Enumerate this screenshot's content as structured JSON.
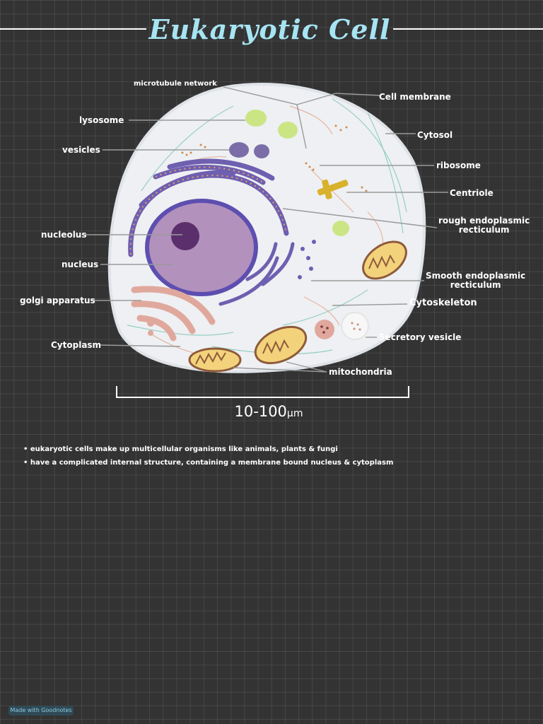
{
  "title": "Eukaryotic Cell",
  "labels": {
    "microtubule_network": "microtubule network",
    "cell_membrane": "Cell membrane",
    "lysosome": "lysosome",
    "cytosol": "Cytosol",
    "vesicles": "vesicles",
    "ribosome": "ribosome",
    "centriole": "Centriole",
    "rough_er_line1": "rough endoplasmic",
    "rough_er_line2": "recticulum",
    "nucleolus": "nucleolus",
    "nucleus": "nucleus",
    "smooth_er_line1": "Smooth endoplasmic",
    "smooth_er_line2": "recticulum",
    "golgi": "golgi apparatus",
    "cytoskeleton": "Cytoskeleton",
    "secretory_vesicle": "Secretory vesicle",
    "cytoplasm": "Cytoplasm",
    "mitochondria": "mitochondria"
  },
  "scale": {
    "value": "10-100",
    "unit": "μm"
  },
  "notes": [
    "• eukaryotic cells make up multicellular organisms like animals, plants & fungi",
    "• have a complicated internal structure, containing a membrane bound nucleus & cytoplasm"
  ],
  "watermark": "Made with Goodnotes",
  "colors": {
    "background": "#333333",
    "title": "#a7e4f3",
    "cell_fill": "#eef0f3",
    "nucleus": "#b291bd",
    "nucleolus": "#5b2f6b",
    "er": "#6e5fb0",
    "lysosome": "#cbe584",
    "mitochondria": "#f3d27c",
    "golgi": "#e0a89c",
    "centriole": "#d8b22c"
  }
}
